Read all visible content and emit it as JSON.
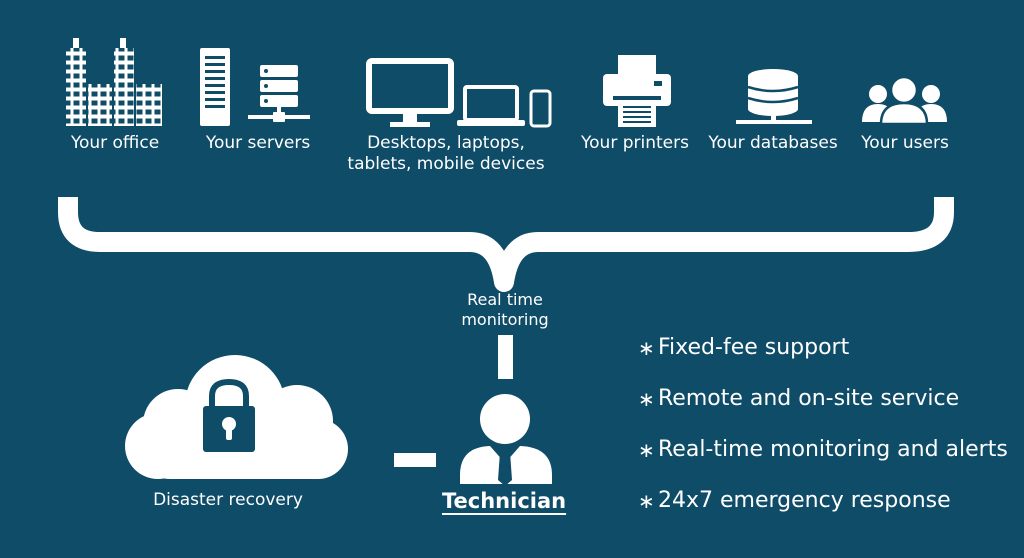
{
  "sources": [
    {
      "id": "office",
      "label": "Your office",
      "icon": "office-buildings-icon"
    },
    {
      "id": "servers",
      "label": "Your servers",
      "icon": "server-icon"
    },
    {
      "id": "devices",
      "label": "Desktops, laptops,\ntablets, mobile devices",
      "icon": "devices-icon"
    },
    {
      "id": "printers",
      "label": "Your printers",
      "icon": "printer-icon"
    },
    {
      "id": "databases",
      "label": "Your databases",
      "icon": "database-icon"
    },
    {
      "id": "users",
      "label": "Your users",
      "icon": "users-icon"
    }
  ],
  "monitoring": {
    "label": "Real time\nmonitoring"
  },
  "recovery": {
    "label": "Disaster recovery",
    "icon": "cloud-lock-icon"
  },
  "technician": {
    "label": "Technician",
    "icon": "technician-icon"
  },
  "services": {
    "bullet": "∗",
    "items": [
      "Fixed-fee support",
      "Remote and on-site service",
      "Real-time monitoring and alerts",
      "24x7 emergency response"
    ]
  },
  "colors": {
    "background": "#0f4c68",
    "foreground": "#ffffff"
  }
}
